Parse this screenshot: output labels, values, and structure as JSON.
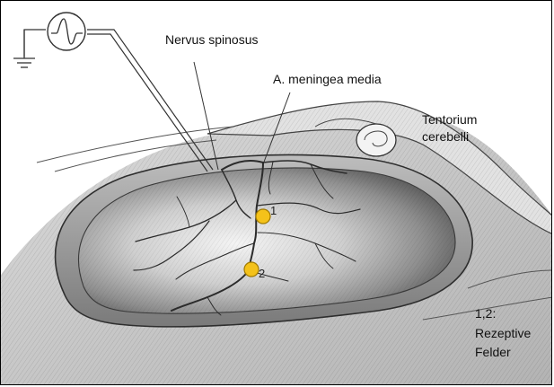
{
  "labels": {
    "nerve": "Nervus spinosus",
    "artery": "A. meningea media",
    "tentorium_line1": "Tentorium",
    "tentorium_line2": "cerebelli",
    "legend_line1": "1,2:",
    "legend_line2": "Rezeptive",
    "legend_line3": "Felder"
  },
  "fields": [
    {
      "id": "1",
      "label": "1"
    },
    {
      "id": "2",
      "label": "2"
    }
  ],
  "colors": {
    "receptive_field": "#f4c21a",
    "receptive_field_stroke": "#a07a00",
    "vessel": "#2b2b2b",
    "shading_dark": "#6e6e6e",
    "shading_light": "#d6d6d6"
  },
  "icons": {
    "oscilloscope": "oscilloscope-icon",
    "ground": "ground-symbol-icon"
  }
}
